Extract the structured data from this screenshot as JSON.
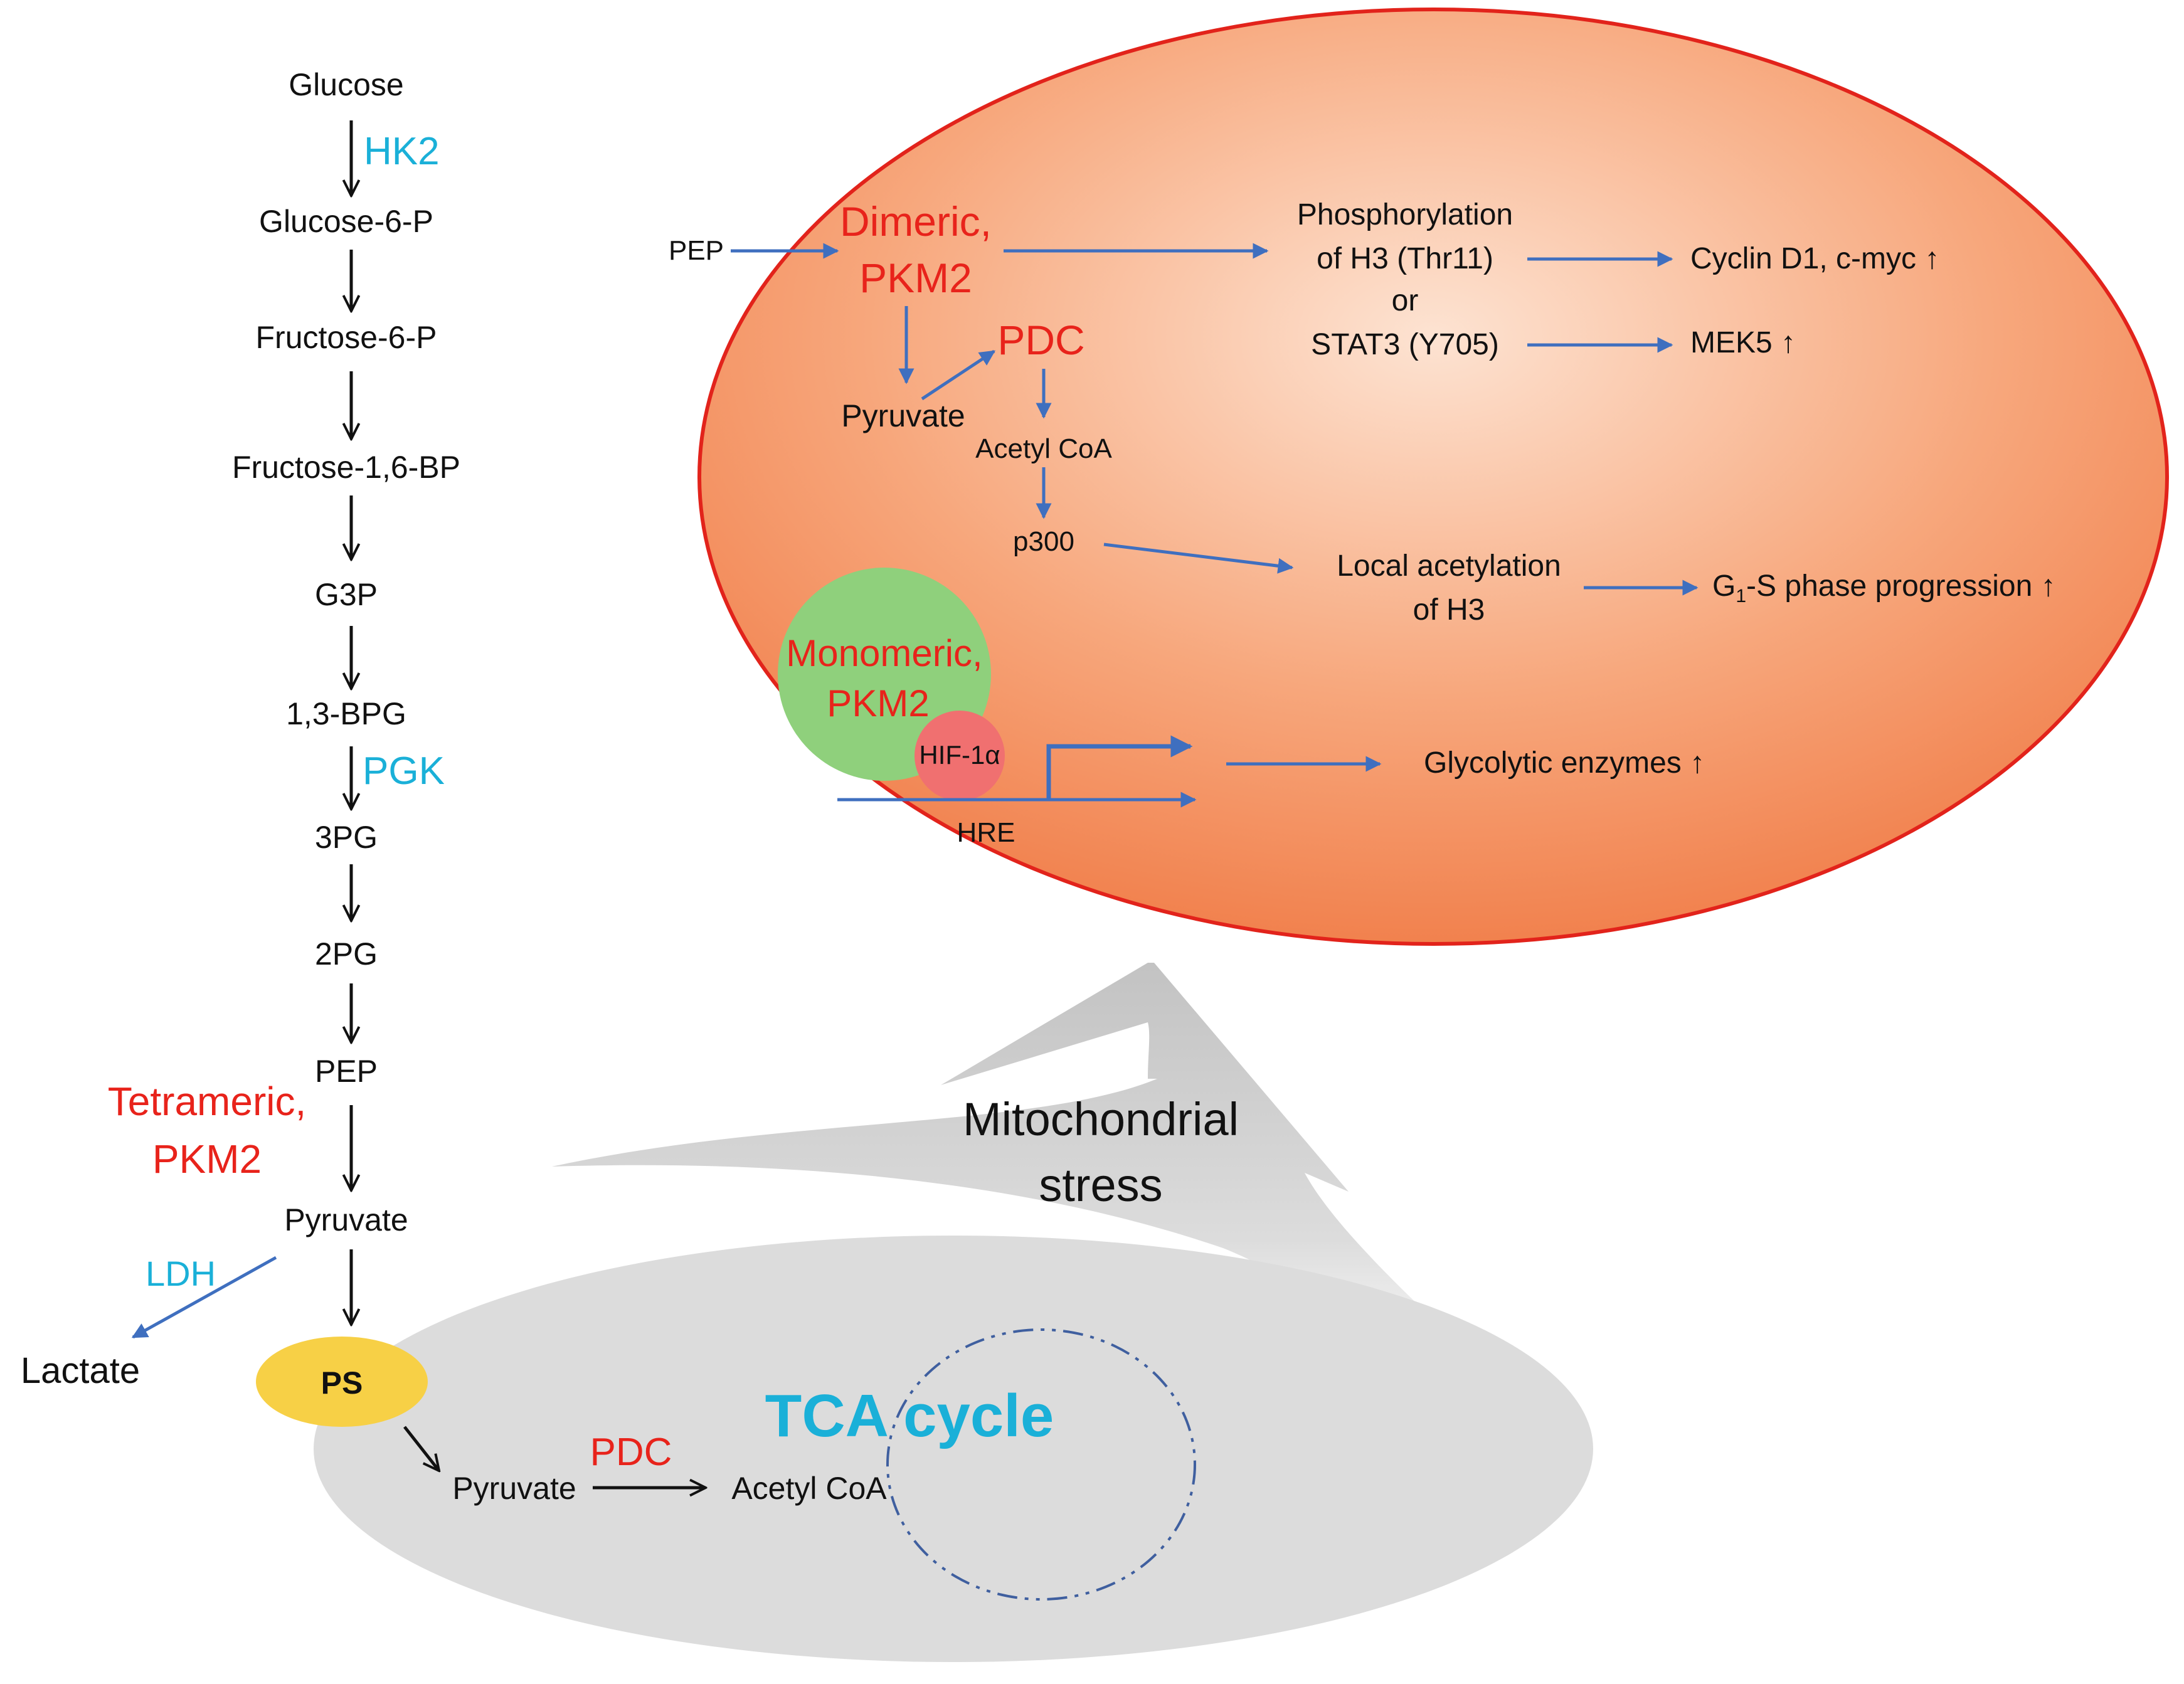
{
  "glycolysis": {
    "glucose": "Glucose",
    "hk2": "HK2",
    "glucose6p": "Glucose-6-P",
    "fructose6p": "Fructose-6-P",
    "fructose16bp": "Fructose-1,6-BP",
    "g3p": "G3P",
    "bpg13": "1,3-BPG",
    "pgk": "PGK",
    "pg3": "3PG",
    "pg2": "2PG",
    "pep": "PEP",
    "tetrameric_line1": "Tetrameric,",
    "tetrameric_line2": "PKM2",
    "pyruvate": "Pyruvate",
    "ldh": "LDH",
    "lactate": "Lactate"
  },
  "mitochondria": {
    "ps": "PS",
    "pyruvate": "Pyruvate",
    "pdc": "PDC",
    "acetyl_coa": "Acetyl CoA",
    "tca": "TCA cycle"
  },
  "stress": {
    "line1": "Mitochondrial",
    "line2": "stress"
  },
  "nucleus": {
    "pep": "PEP",
    "dimeric_line1": "Dimeric,",
    "dimeric_line2": "PKM2",
    "pdc": "PDC",
    "pyruvate": "Pyruvate",
    "acetyl_coa": "Acetyl CoA",
    "p300": "p300",
    "phos_line1": "Phosphorylation",
    "phos_line2": "of H3 (Thr11)",
    "or": "or",
    "stat3": "STAT3 (Y705)",
    "cyclin": "Cyclin D1, c-myc ↑",
    "mek5": "MEK5 ↑",
    "acet_line1": "Local acetylation",
    "acet_line2": "of H3",
    "g1s_prefix": "G",
    "g1s_sub": "1",
    "g1s_suffix": "-S phase progression ↑",
    "monomeric_line1": "Monomeric,",
    "monomeric_line2": "PKM2",
    "hif": "HIF-1α",
    "hre": "HRE",
    "glycolytic": "Glycolytic enzymes ↑"
  },
  "colors": {
    "red_text": "#e8231b",
    "cyan_text": "#1ab0d8",
    "blue_arrow": "#3f6fbf",
    "nucleus_fill": "#f4905f",
    "monomer_circle": "#8fd07c",
    "hif_circle": "#f07070",
    "ps_fill": "#f7d046",
    "mito_fill": "#dcdcdc"
  }
}
